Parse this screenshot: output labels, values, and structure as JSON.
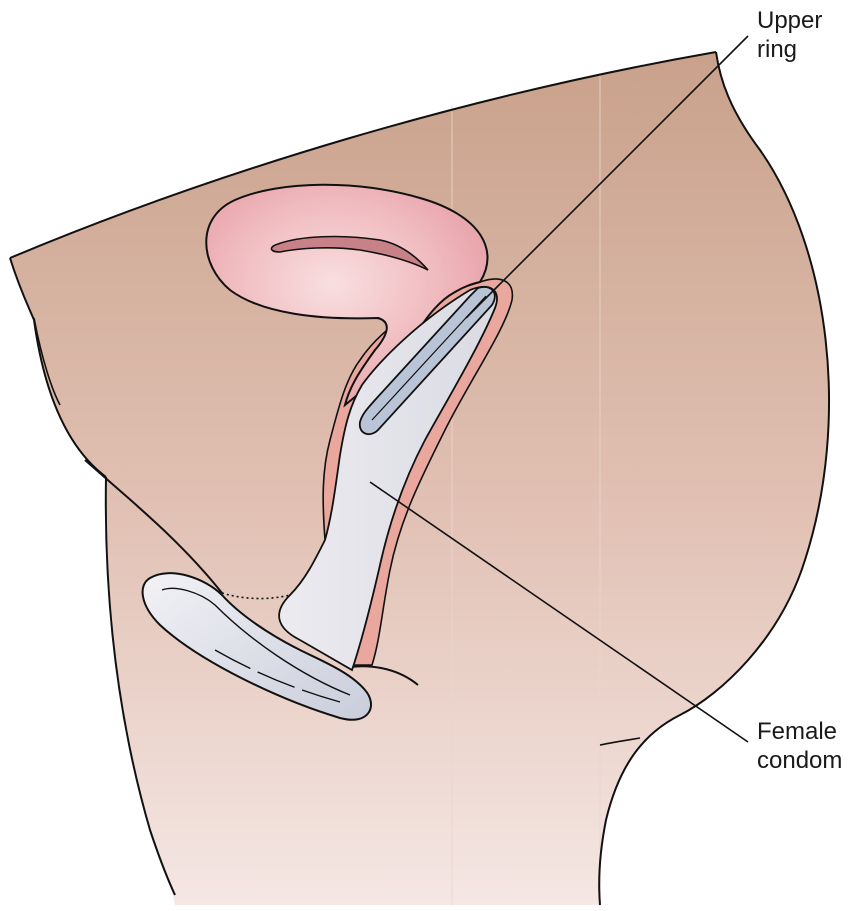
{
  "labels": {
    "upper_ring": [
      "Upper",
      "ring"
    ],
    "female_condom": [
      "Female",
      "condom"
    ]
  },
  "colors": {
    "skin_top": "#cfa995",
    "skin_bottom": "#f3e3df",
    "uterus_fill": "#eaa6ac",
    "uterus_highlight": "#f7d8da",
    "canal_lining": "#e4a39a",
    "condom_fill": "#e2e2e8",
    "ring_fill": "#bcc6d8",
    "outline": "#111111"
  }
}
